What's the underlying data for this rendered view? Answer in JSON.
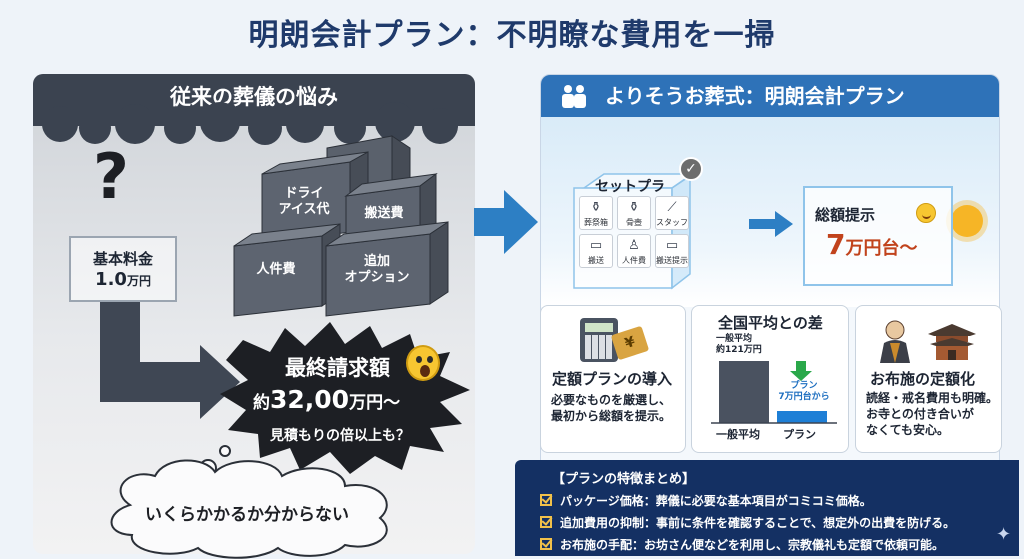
{
  "title": "明朗会計プラン：不明瞭な費用を一掃",
  "left": {
    "header": "従来の葬儀の悩み",
    "question_mark": "?",
    "base_fee": {
      "label": "基本料金",
      "amount": "1.0",
      "unit": "万円"
    },
    "cubes": [
      {
        "label": "ドライ\nアイス代"
      },
      {
        "label": "搬送費"
      },
      {
        "label": "人件費"
      },
      {
        "label": "追加\nオプション"
      }
    ],
    "final_bill": {
      "title": "最終請求額",
      "prefix": "約",
      "amount": "32,00",
      "unit": "万円〜",
      "note": "見積もりの倍以上も？"
    },
    "worry_bubble": "いくらかかるか分からない"
  },
  "right": {
    "header": "よりそうお葬式：明朗会計プラン",
    "set_plan": {
      "title": "セットプラン",
      "items": [
        {
          "icon": "coffin-icon",
          "glyph": "⚱",
          "label": "葬祭箱"
        },
        {
          "icon": "urn-icon",
          "glyph": "⚱",
          "label": "骨壺"
        },
        {
          "icon": "staff-icon",
          "glyph": "⟋",
          "label": "スタッフ"
        },
        {
          "icon": "hearse-icon",
          "glyph": "▭",
          "label": "搬送"
        },
        {
          "icon": "staff-person-icon",
          "glyph": "♙",
          "label": "人件費"
        },
        {
          "icon": "transport-icon",
          "glyph": "▭",
          "label": "搬送提示"
        }
      ]
    },
    "total": {
      "title": "総額提示",
      "amount": "7",
      "unit": "万円台〜"
    },
    "cards": [
      {
        "title": "定額プランの導入",
        "body": [
          "必要なものを厳選し、",
          "最初から総額を提示。"
        ],
        "tag_glyph": "¥"
      },
      {
        "title": "全国平均との差",
        "bar_label_avg": [
          "一般平均",
          "約121万円"
        ],
        "bar_label_plan": [
          "プラン",
          "7万円台から"
        ],
        "x_labels": [
          "一般平均",
          "プラン"
        ]
      },
      {
        "title": "お布施の定額化",
        "body": [
          "読経・戒名費用も明確。",
          "お寺との付き合いが",
          "なくても安心。"
        ]
      }
    ],
    "summary": {
      "title": "【プランの特徴まとめ】",
      "items": [
        "パッケージ価格：葬儀に必要な基本項目がコミコミ価格。",
        "追加費用の抑制：事前に条件を確認することで、想定外の出費を防げる。",
        "お布施の手配：お坊さん便などを利用し、宗教儀礼も定額で依頼可能。"
      ]
    }
  },
  "chart_data": {
    "type": "bar",
    "title": "全国平均との差",
    "categories": [
      "一般平均",
      "プラン"
    ],
    "values": [
      121,
      7
    ],
    "annotations": [
      "約121万円",
      "7万円台から"
    ]
  },
  "colors": {
    "title": "#1f3a6b",
    "left_header": "#3b4350",
    "right_header": "#2e72b8",
    "arrow": "#2d7fc4",
    "price_accent": "#c1431c",
    "summary_bg": "#143063"
  }
}
